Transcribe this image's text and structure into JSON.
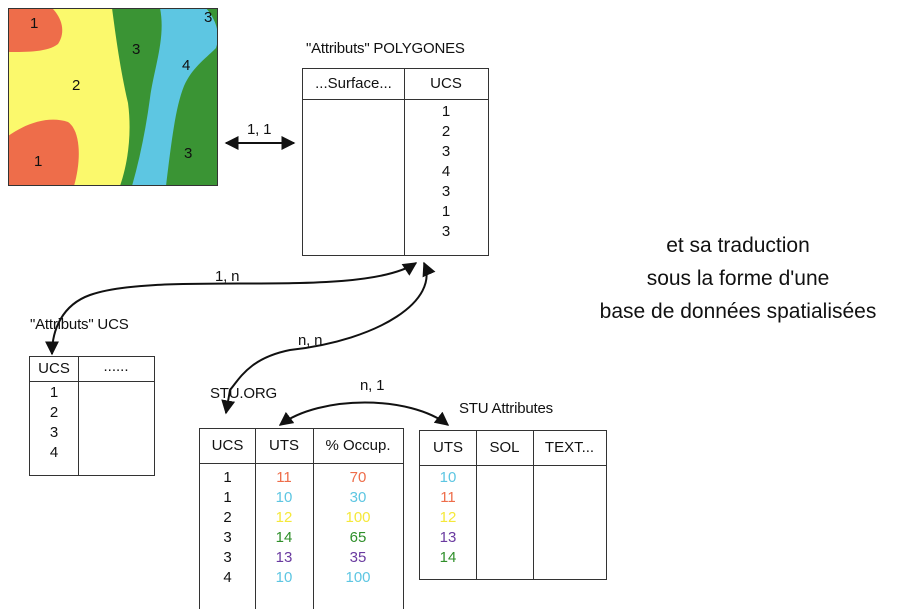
{
  "map": {
    "colors": {
      "ucs1": "#ee6d4a",
      "ucs2": "#fbf96c",
      "ucs3": "#3a9434",
      "ucs4": "#5dc6e2"
    },
    "zone_labels": [
      "1",
      "2",
      "3",
      "4",
      "3",
      "3",
      "1"
    ]
  },
  "polygones": {
    "title": "\"Attributs\" POLYGONES",
    "headers": [
      "...Surface...",
      "UCS"
    ],
    "ucs": [
      "1",
      "2",
      "3",
      "4",
      "3",
      "1",
      "3"
    ]
  },
  "ucs_table": {
    "title": "\"Attributs\" UCS",
    "headers": [
      "UCS",
      "......"
    ],
    "ucs": [
      "1",
      "2",
      "3",
      "4"
    ]
  },
  "stu_org": {
    "title": "STU.ORG",
    "headers": [
      "UCS",
      "UTS",
      "% Occup."
    ],
    "rows": [
      {
        "ucs": "1",
        "uts": "11",
        "occup": "70",
        "color": "#ee6d4a"
      },
      {
        "ucs": "1",
        "uts": "10",
        "occup": "30",
        "color": "#5dc6e2"
      },
      {
        "ucs": "2",
        "uts": "12",
        "occup": "100",
        "color": "#f5e83a"
      },
      {
        "ucs": "3",
        "uts": "14",
        "occup": "65",
        "color": "#2f8f2a"
      },
      {
        "ucs": "3",
        "uts": "13",
        "occup": "35",
        "color": "#6a3aa0"
      },
      {
        "ucs": "4",
        "uts": "10",
        "occup": "100",
        "color": "#5dc6e2"
      }
    ]
  },
  "stu_attributes": {
    "title": "STU Attributes",
    "headers": [
      "UTS",
      "SOL",
      "TEXT..."
    ],
    "rows": [
      {
        "uts": "10",
        "color": "#5dc6e2"
      },
      {
        "uts": "11",
        "color": "#ee6d4a"
      },
      {
        "uts": "12",
        "color": "#f5e83a"
      },
      {
        "uts": "13",
        "color": "#6a3aa0"
      },
      {
        "uts": "14",
        "color": "#2f8f2a"
      }
    ]
  },
  "relations": {
    "map_polygones": "1, 1",
    "polygones_ucs": "1, n",
    "polygones_stuorg": "n, n",
    "stuorg_stuattr": "n, 1"
  },
  "side_text": [
    "et sa traduction",
    "sous la forme d'une",
    "base de données spatialisées"
  ]
}
